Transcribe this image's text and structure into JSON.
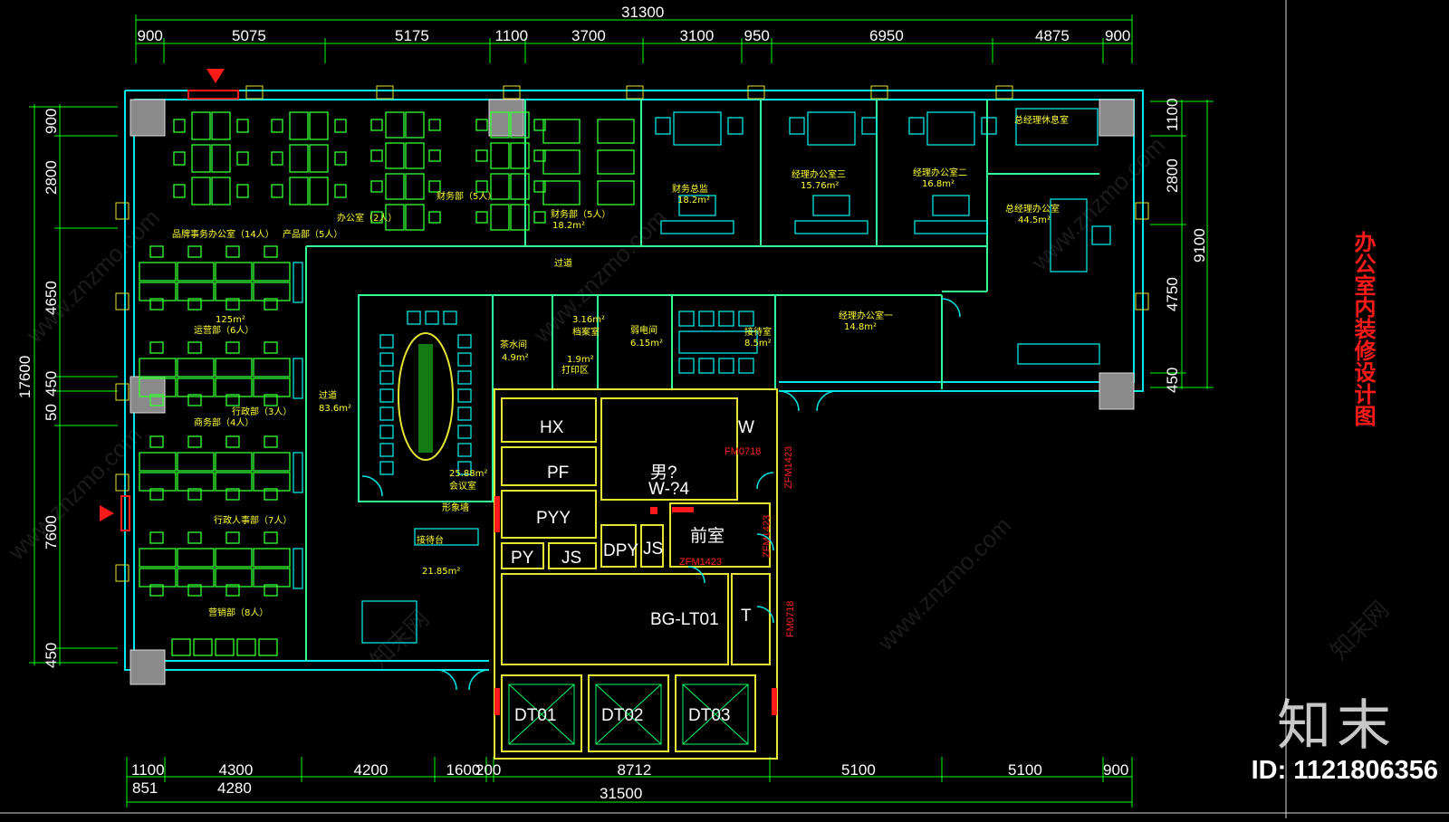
{
  "title": "办公室内装修设计图",
  "watermark": {
    "brand": "知末",
    "id_text": "ID: 1121806356",
    "url": "www.znzmo.com",
    "site_name": "知末网"
  },
  "dimensions": {
    "top_total": "31300",
    "top_segments": [
      "900",
      "5075",
      "5175",
      "1100",
      "3700",
      "3100",
      "950",
      "6950",
      "4875",
      "900"
    ],
    "bottom_total": "31500",
    "bottom_row1": [
      "1100",
      "4300",
      "4200",
      "1600",
      "200",
      "8712",
      "5100",
      "5100",
      "900"
    ],
    "bottom_row2": [
      "851",
      "4280"
    ],
    "left_total": "17600",
    "left_segments": [
      "900",
      "2800",
      "4650",
      "450",
      "50",
      "7600",
      "450"
    ],
    "right_total": "9100",
    "right_segments": [
      "1100",
      "2800",
      "4750",
      "450"
    ]
  },
  "rooms": {
    "biz": "品牌事务办公室（14人）",
    "product": "产品部（5人）",
    "office_a": "办公室（2人）",
    "finance_a": "财务部（5人）",
    "finance_b": "财务部（5人）",
    "finance_b_area": "18.2m²",
    "fin_head": "财务总监",
    "fin_head_area": "18.2m²",
    "mgr3": "经理办公室三",
    "mgr3_area": "15.76m²",
    "mgr2": "经理办公室二",
    "mgr2_area": "16.8m²",
    "ceo": "总经理办公室",
    "ceo_area": "44.5m²",
    "gm_lounge": "总经理休息室",
    "corridor": "过道",
    "open_area": "125m²",
    "open_label": "运营部（6人）",
    "tech": "商务部（4人）",
    "admin_area": "行政部（3人）",
    "corridor2": "过道",
    "corridor2_area": "83.6m²",
    "hr": "行政人事部（7人）",
    "market": "营销部（8人）",
    "meeting_area": "25.88m²",
    "meeting": "会议室",
    "image_wall": "形象墙",
    "reception": "接待台",
    "reception_area": "21.85m²",
    "tea": "茶水间",
    "tea_area": "4.9m²",
    "archive": "档案室",
    "archive_area": "3.16m²",
    "print": "打印区",
    "print_area": "1.9m²",
    "server": "弱电间",
    "server_area": "6.15m²",
    "guest": "接待室",
    "guest_area": "8.5m²",
    "mgr1": "经理办公室一",
    "mgr1_area": "14.8m²"
  },
  "core": {
    "hx": "HX",
    "pf": "PF",
    "pyy": "PYY",
    "py": "PY",
    "js": "JS",
    "dpy": "DPY",
    "js2": "JS",
    "wc_male": "男?",
    "wc_code": "W-?4",
    "w": "W",
    "anteroom": "前室",
    "lift_lobby": "BG-LT01",
    "t": "T",
    "lifts": [
      "DT01",
      "DT02",
      "DT03"
    ],
    "door_codes": [
      "FM0718",
      "ZFM1423",
      "ZFM1423",
      "ZFM1423",
      "FM0718"
    ]
  },
  "colors": {
    "wall_cyan": "#00e5e5",
    "furniture_green": "#33ff33",
    "core_yellow": "#e5e533",
    "dimension_green": "#00ff00",
    "title_red": "#ff1a1a"
  }
}
